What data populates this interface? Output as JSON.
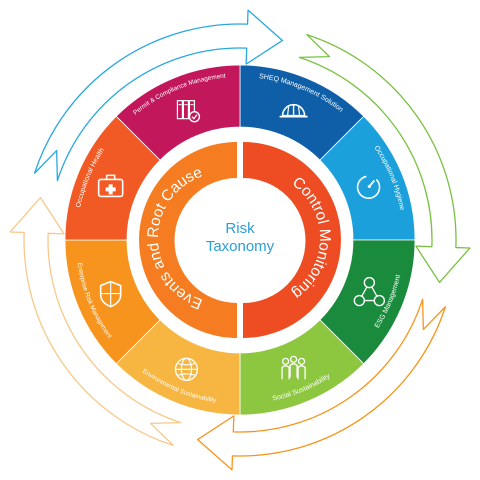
{
  "center": {
    "line1": "Risk",
    "line2": "Taxonomy"
  },
  "inner_ring": {
    "left": {
      "label": "Events and Root Cause",
      "color": "#f57c20"
    },
    "right": {
      "label": "Control Monitoring",
      "color": "#ee4d23"
    }
  },
  "segments": [
    {
      "label": "SHEQ Management Solution",
      "icon": "hard-hat-icon",
      "color": "#0e5fa8"
    },
    {
      "label": "Occupational Hygiene",
      "icon": "stopwatch-icon",
      "color": "#1ca0dc"
    },
    {
      "label": "ESG Management",
      "icon": "esg-cycle-icon",
      "color": "#1a8b3c"
    },
    {
      "label": "Social Sustainability",
      "icon": "people-group-icon",
      "color": "#8dc63f"
    },
    {
      "label": "Environmental Sustainability",
      "icon": "globe-icon",
      "color": "#f7b541"
    },
    {
      "label": "Enterprise Risk Management",
      "icon": "shield-icon",
      "color": "#f7941d"
    },
    {
      "label": "Occupational Health",
      "icon": "first-aid-kit-icon",
      "color": "#f15a24"
    },
    {
      "label": "Permit & Compliance Management",
      "icon": "compliance-folders-icon",
      "color": "#c2185b"
    }
  ],
  "outer_arrow_colors": [
    "#7ac143",
    "#f7941d",
    "#f7c98a",
    "#29a8e0"
  ]
}
